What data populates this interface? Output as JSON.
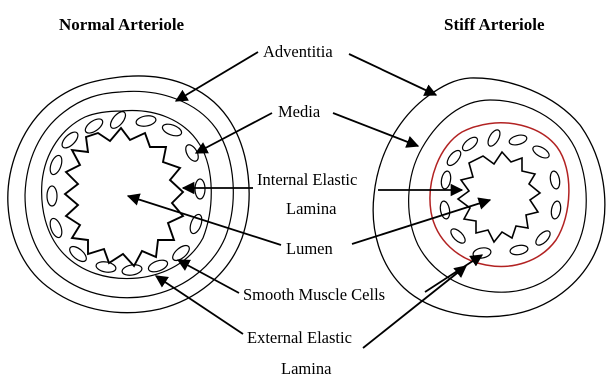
{
  "titles": {
    "left": "Normal Arteriole",
    "right": "Stiff Arteriole"
  },
  "labels": {
    "adventitia": "Adventitia",
    "media": "Media",
    "internal_elastic_1": "Internal Elastic",
    "internal_elastic_2": "Lamina",
    "lumen": "Lumen",
    "smooth_muscle": "Smooth Muscle Cells",
    "external_elastic_1": "External Elastic",
    "external_elastic_2": "Lamina"
  },
  "colors": {
    "ink": "#000000",
    "stiff_internal_lamina": "#b22222",
    "background": "#ffffff"
  }
}
